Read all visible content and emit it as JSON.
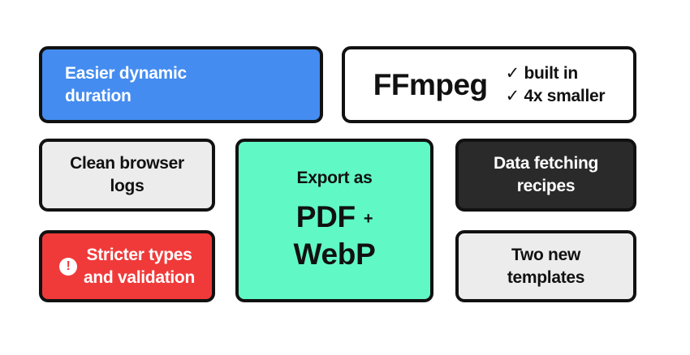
{
  "tiles": {
    "dynamic_duration": {
      "line1": "Easier dynamic",
      "line2": "duration",
      "color": "#448cf0"
    },
    "ffmpeg": {
      "title": "FFmpeg",
      "check1": "built in",
      "check2": "4x smaller",
      "check_icon": "check-icon"
    },
    "browser_logs": {
      "line1": "Clean browser",
      "line2": "logs",
      "color": "#ececec"
    },
    "stricter_types": {
      "line1": "Stricter types",
      "line2": "and validation",
      "icon": "!",
      "color": "#f03a3a"
    },
    "export": {
      "label": "Export as",
      "line1": "PDF",
      "plus": "+",
      "line2": "WebP",
      "color": "#60f9c6"
    },
    "data_fetching": {
      "line1": "Data fetching",
      "line2": "recipes",
      "color": "#2a2a2a"
    },
    "templates": {
      "line1": "Two new",
      "line2": "templates",
      "color": "#ececec"
    }
  }
}
